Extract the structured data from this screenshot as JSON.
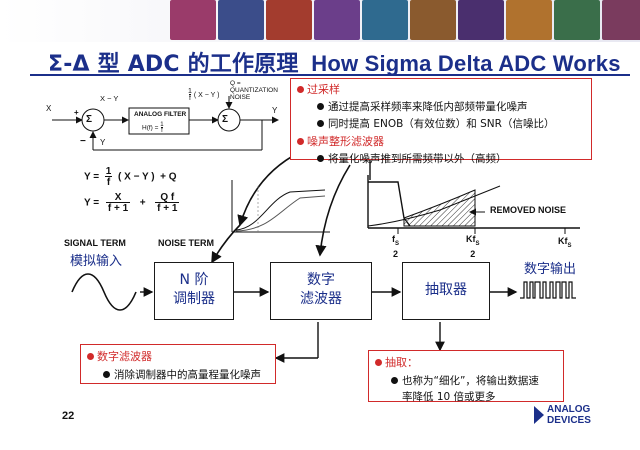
{
  "title": {
    "zh": "Σ-Δ 型 ADC 的工作原理",
    "en": "How Sigma Delta ADC Works"
  },
  "loop": {
    "x_label": "X",
    "y_label": "Y",
    "plus": "+",
    "minus": "−",
    "x_minus_y": "X − Y",
    "filter_title": "ANALOG FILTER",
    "filter_eq": "H(f) =",
    "filter_num": "1",
    "filter_den": "f",
    "gain_num": "1",
    "gain_den": "f",
    "gain_expr": "( X − Y )",
    "q_label": "Q =\nQUANTIZATION\nNOISE",
    "sigma": "Σ"
  },
  "equations": {
    "eq1_lhs": "Y =",
    "eq1_num": "1",
    "eq1_den": "f",
    "eq1_rest": "( X − Y )",
    "eq1_plus_q": "+ Q",
    "eq2_lhs": "Y =",
    "eq2_num1": "X",
    "eq2_den1": "f + 1",
    "eq2_plus": "+",
    "eq2_num2": "Q f",
    "eq2_den2": "f + 1",
    "signal_term": "SIGNAL TERM",
    "noise_term": "NOISE TERM"
  },
  "callout_top": {
    "head1": "过采样",
    "item1": "通过提高采样频率来降低内部频带量化噪声",
    "item2": "同时提高 ENOB（有效位数）和 SNR（信噪比）",
    "head2": "噪声整形滤波器",
    "item3": "将量化噪声推到所需频带以外（高频）"
  },
  "spectrum": {
    "removed_noise": "REMOVED NOISE",
    "tick1_top": "f",
    "tick1_sub": "S",
    "tick1_den": "2",
    "tick2_top": "Kf",
    "tick2_sub": "S",
    "tick2_den": "2",
    "tick3": "Kf",
    "tick3_sub": "S"
  },
  "chain": {
    "analog_in": "模拟输入",
    "modulator": "N 阶\n调制器",
    "digital_filter": "数字\n滤波器",
    "decimator": "抽取器",
    "digital_out": "数字输出"
  },
  "callout_left": {
    "head": "数字滤波器",
    "item": "消除调制器中的高量程量化噪声"
  },
  "callout_right": {
    "head": "抽取：",
    "item_line1": "也称为“细化”，将输出数据速",
    "item_line2": "率降低 10 倍或更多"
  },
  "page_number": "22",
  "logo": {
    "line1": "ANALOG",
    "line2": "DEVICES"
  },
  "colors": {
    "accent_blue": "#1b2f8a",
    "callout_red": "#d12a2a"
  }
}
